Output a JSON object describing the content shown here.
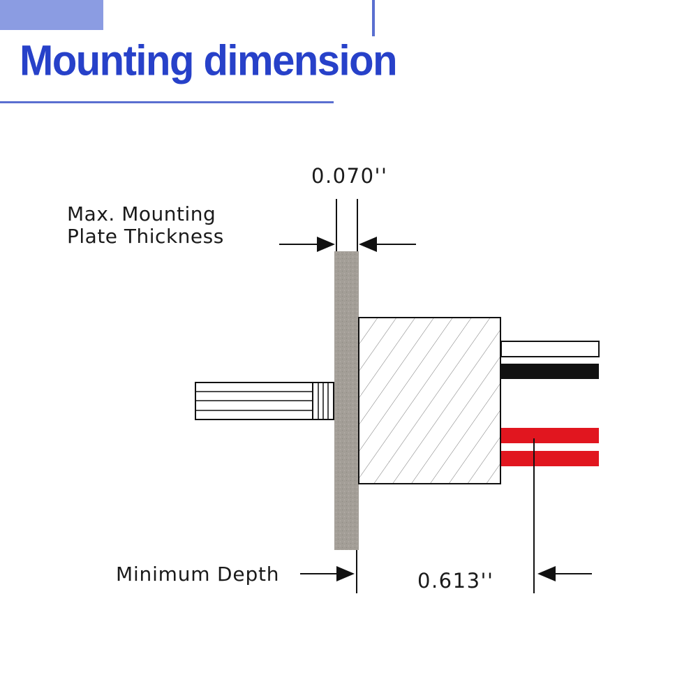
{
  "title": "Mounting dimension",
  "colors": {
    "accent": "#2741c9",
    "plate": "#a39e97",
    "red_wire": "#e1161f",
    "black_wire": "#111111"
  },
  "labels": {
    "plate_thickness_value": "0.070''",
    "max_plate_line1": "Max. Mounting",
    "max_plate_line2": "Plate Thickness",
    "minimum_depth": "Minimum Depth",
    "depth_value": "0.613''"
  }
}
